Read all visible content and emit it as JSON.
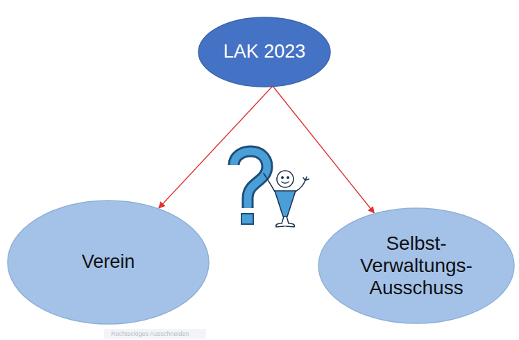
{
  "diagram": {
    "nodes": [
      {
        "text": [
          "LAK 2023"
        ]
      },
      {
        "text": [
          "Verein"
        ]
      },
      {
        "text": [
          "Selbst- Verwaltungs- Ausschuss"
        ]
      }
    ],
    "edges": [
      {
        "from": 0,
        "to": 1,
        "arrow": "to"
      },
      {
        "from": 0,
        "to": 2,
        "arrow": "to"
      }
    ],
    "labels": [
      "Rechteckiges Ausschneiden"
    ]
  }
}
